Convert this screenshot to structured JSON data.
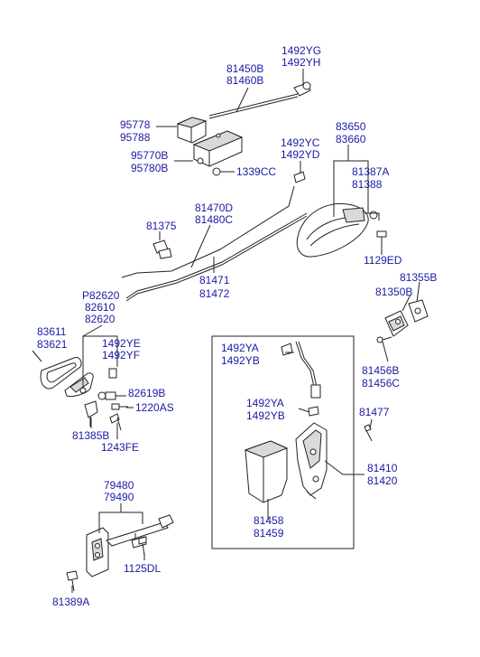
{
  "labels": {
    "l1492yg": "1492YG",
    "l1492yh": "1492YH",
    "l81450b": "81450B",
    "l81460b": "81460B",
    "l95778": "95778",
    "l95788": "95788",
    "l95770b": "95770B",
    "l95780b": "95780B",
    "l1339cc": "1339CC",
    "l1492yc": "1492YC",
    "l1492yd": "1492YD",
    "l83650": "83650",
    "l83660": "83660",
    "l81387a": "81387A",
    "l81388": "81388",
    "l81470d": "81470D",
    "l81480c": "81480C",
    "l81375": "81375",
    "l1129ed": "1129ED",
    "l81471": "81471",
    "l81472": "81472",
    "l81355b": "81355B",
    "l81350b": "81350B",
    "lp82620": "P82620",
    "l82610": "82610",
    "l82620": "82620",
    "l83611": "83611",
    "l83621": "83621",
    "l1492ye": "1492YE",
    "l1492yf": "1492YF",
    "l1492ya_1": "1492YA",
    "l1492yb_1": "1492YB",
    "l82619b": "82619B",
    "l1220as": "1220AS",
    "l81456b": "81456B",
    "l81456c": "81456C",
    "l1492ya_2": "1492YA",
    "l1492yb_2": "1492YB",
    "l81477": "81477",
    "l81385b": "81385B",
    "l1243fe": "1243FE",
    "l81410": "81410",
    "l81420": "81420",
    "l79480": "79480",
    "l79490": "79490",
    "l81458": "81458",
    "l81459": "81459",
    "l1125dl": "1125DL",
    "l81389a": "81389A"
  }
}
